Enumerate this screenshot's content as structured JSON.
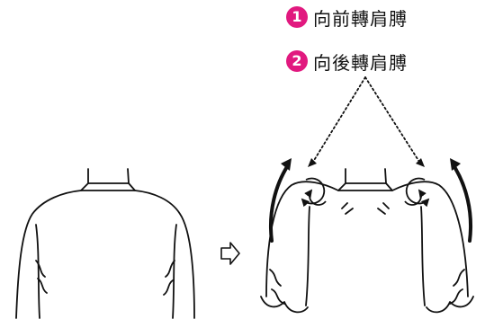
{
  "legend": {
    "items": [
      {
        "number": "1",
        "label": "向前轉肩膊"
      },
      {
        "number": "2",
        "label": "向後轉肩膊"
      }
    ]
  },
  "colors": {
    "badge": "#e1197f",
    "line": "#111111",
    "background": "#ffffff"
  },
  "icons": {
    "step_arrow": "hollow-right-arrow",
    "rotation": "circular-arrows",
    "upward_motion": "curved-up-arrow"
  }
}
